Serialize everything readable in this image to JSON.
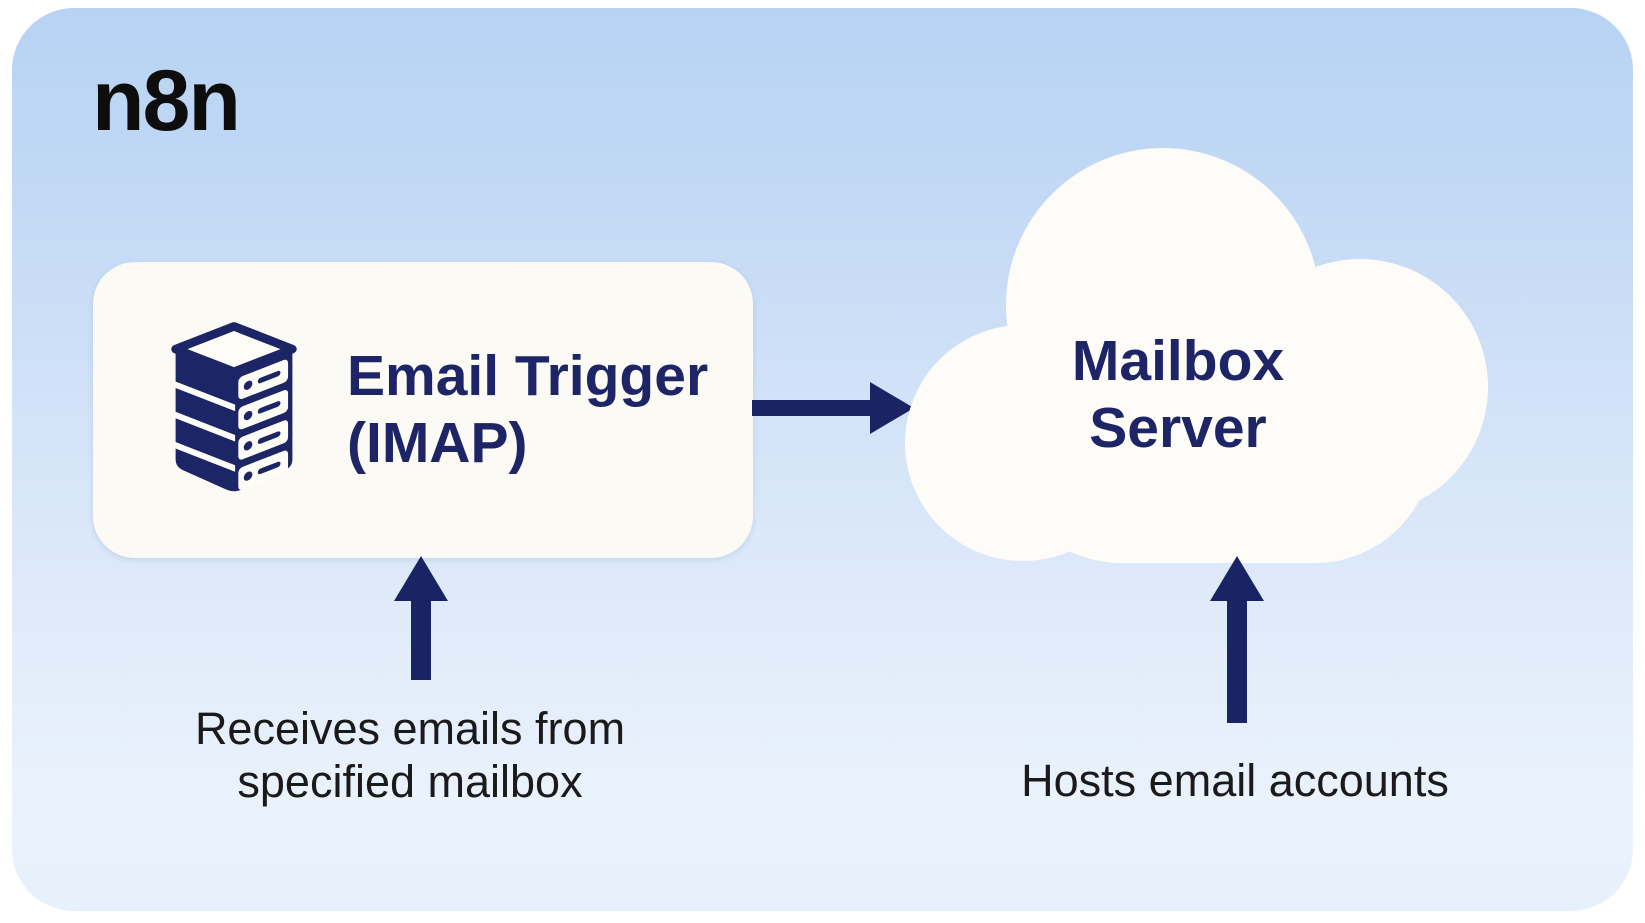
{
  "brand": {
    "logo_text": "n8n"
  },
  "nodes": {
    "email_trigger": {
      "title_line1": "Email Trigger",
      "title_line2": "(IMAP)",
      "icon": "server-stack-icon",
      "caption_line1": "Receives emails from",
      "caption_line2": "specified mailbox"
    },
    "mailbox_server": {
      "title_line1": "Mailbox",
      "title_line2": "Server",
      "shape": "cloud",
      "caption": "Hosts email accounts"
    }
  },
  "connections": [
    {
      "from": "email_trigger",
      "to": "mailbox_server",
      "style": "solid-arrow",
      "direction": "right"
    },
    {
      "from": "caption-receives-emails",
      "to": "email_trigger",
      "style": "solid-arrow",
      "direction": "up"
    },
    {
      "from": "caption-hosts-email-accounts",
      "to": "mailbox_server",
      "style": "solid-arrow",
      "direction": "up"
    }
  ],
  "colors": {
    "panel_top": "#b7d3f3",
    "panel_bottom": "#eaf2fc",
    "node_fill": "#fbfaf4",
    "cloud_fill": "#fdfcf8",
    "navy": "#1d2566",
    "logo_black": "#0d0d0d",
    "caption_text": "#1a1a1a"
  }
}
